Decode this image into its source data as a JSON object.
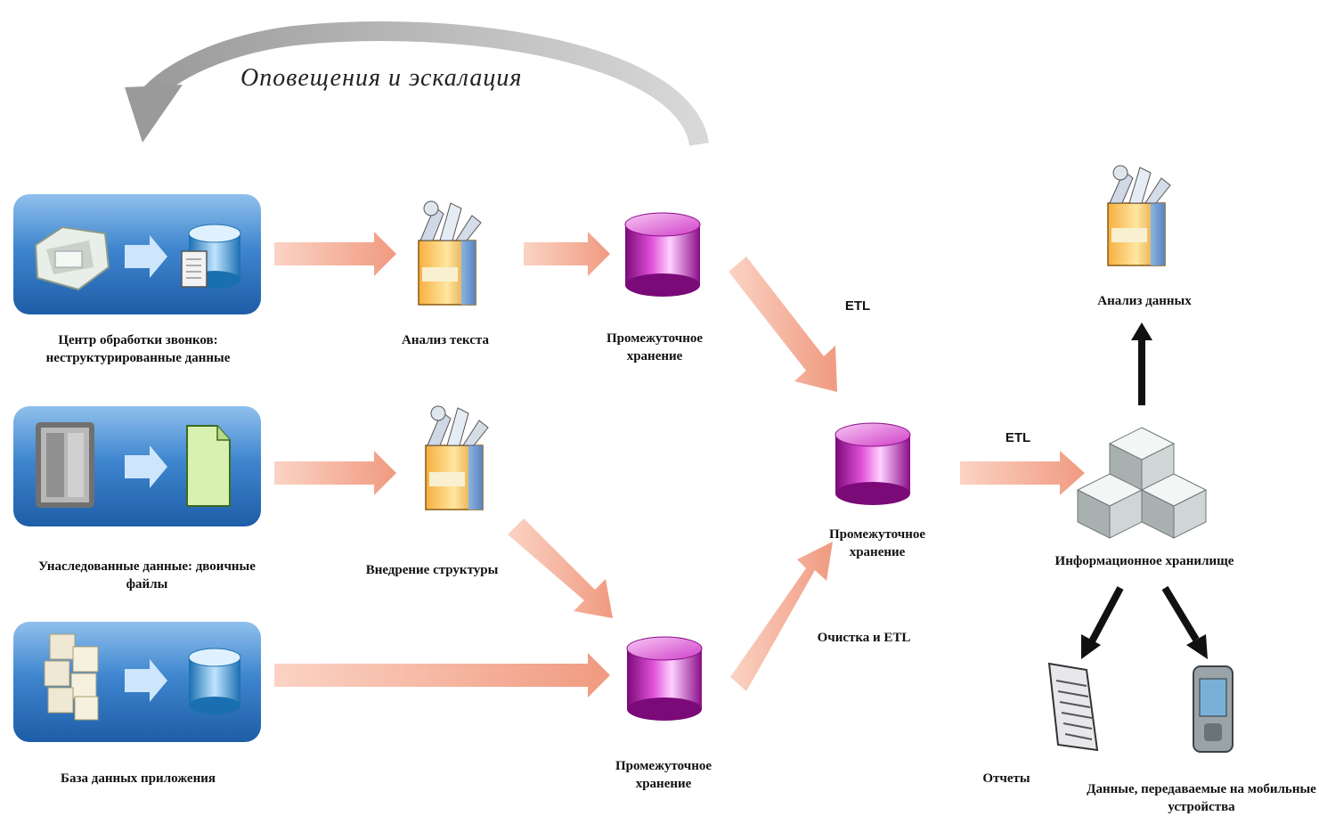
{
  "diagram": {
    "escalation_label": "Оповещения и эскалация",
    "etl_top": "ETL",
    "etl_right": "ETL",
    "etl_cleanup": "Очистка и ETL",
    "sources": [
      {
        "label": "Центр обработки звонков: неструктурированные данные"
      },
      {
        "label": "Унаследованные данные: двоичные файлы"
      },
      {
        "label": "База данных приложения"
      }
    ],
    "text_analysis": "Анализ текста",
    "transform": "Внедрение структуры",
    "staging_top": "Промежуточное хранение",
    "staging_bottom": "Промежуточное хранение",
    "staging_center": "Промежуточное хранение",
    "warehouse": "Информационное хранилище",
    "data_analysis": "Анализ данных",
    "reports": "Отчеты",
    "mobile": "Данные, передаваемые на мобильные устройства"
  },
  "colors": {
    "panel": "#3a7cc4",
    "flow_arrow": "#f4a48c",
    "cylinder": "#c020b0",
    "escalation_arrow": "#b8b8b8"
  }
}
